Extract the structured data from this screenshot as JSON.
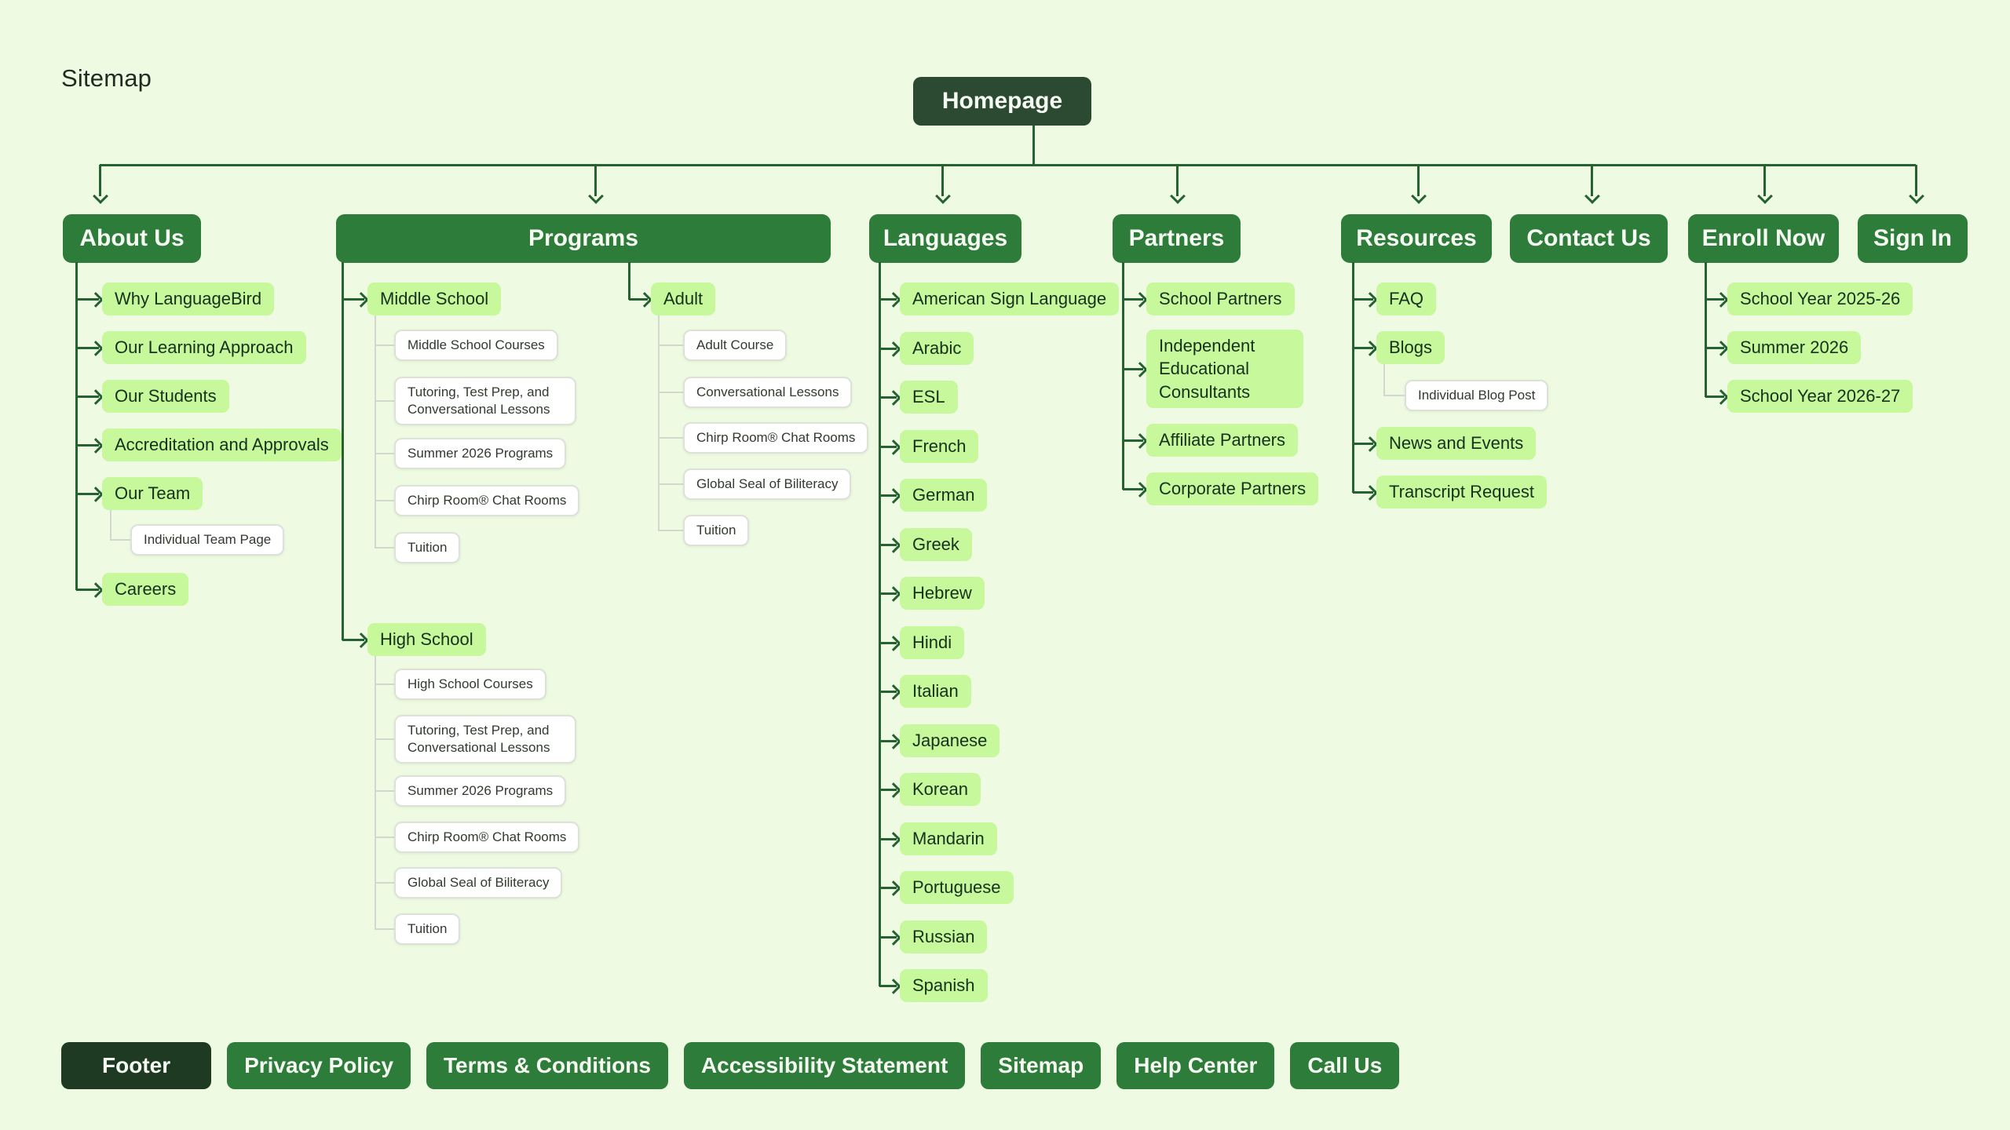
{
  "title": "Sitemap",
  "root": {
    "label": "Homepage"
  },
  "sections": [
    {
      "label": "About Us",
      "children": [
        {
          "label": "Why LanguageBird",
          "children": []
        },
        {
          "label": "Our Learning Approach",
          "children": []
        },
        {
          "label": "Our Students",
          "children": []
        },
        {
          "label": "Accreditation and Approvals",
          "children": []
        },
        {
          "label": "Our Team",
          "children": [
            {
              "label": "Individual Team Page"
            }
          ]
        },
        {
          "label": "Careers",
          "children": []
        }
      ]
    },
    {
      "label": "Programs",
      "children": [
        {
          "label": "Middle School",
          "children": [
            {
              "label": "Middle School Courses"
            },
            {
              "label": "Tutoring, Test Prep, and Conversational Lessons"
            },
            {
              "label": "Summer 2026 Programs"
            },
            {
              "label": "Chirp Room® Chat Rooms"
            },
            {
              "label": "Tuition"
            }
          ]
        },
        {
          "label": "Adult",
          "children": [
            {
              "label": "Adult Course"
            },
            {
              "label": "Conversational Lessons"
            },
            {
              "label": "Chirp Room® Chat Rooms"
            },
            {
              "label": "Global Seal of Biliteracy"
            },
            {
              "label": "Tuition"
            }
          ]
        },
        {
          "label": "High School",
          "children": [
            {
              "label": "High School Courses"
            },
            {
              "label": "Tutoring, Test Prep, and Conversational Lessons"
            },
            {
              "label": "Summer 2026 Programs"
            },
            {
              "label": "Chirp Room® Chat Rooms"
            },
            {
              "label": "Global Seal of Biliteracy"
            },
            {
              "label": "Tuition"
            }
          ]
        }
      ]
    },
    {
      "label": "Languages",
      "children": [
        {
          "label": "American Sign Language"
        },
        {
          "label": "Arabic"
        },
        {
          "label": "ESL"
        },
        {
          "label": "French"
        },
        {
          "label": "German"
        },
        {
          "label": "Greek"
        },
        {
          "label": "Hebrew"
        },
        {
          "label": "Hindi"
        },
        {
          "label": "Italian"
        },
        {
          "label": "Japanese"
        },
        {
          "label": "Korean"
        },
        {
          "label": "Mandarin"
        },
        {
          "label": "Portuguese"
        },
        {
          "label": "Russian"
        },
        {
          "label": "Spanish"
        }
      ]
    },
    {
      "label": "Partners",
      "children": [
        {
          "label": "School Partners"
        },
        {
          "label": "Independent Educational Consultants"
        },
        {
          "label": "Affiliate Partners"
        },
        {
          "label": "Corporate Partners"
        }
      ]
    },
    {
      "label": "Resources",
      "children": [
        {
          "label": "FAQ"
        },
        {
          "label": "Blogs",
          "children": [
            {
              "label": "Individual Blog Post"
            }
          ]
        },
        {
          "label": "News and Events"
        },
        {
          "label": "Transcript Request"
        }
      ]
    },
    {
      "label": "Contact Us",
      "children": []
    },
    {
      "label": "Enroll Now",
      "children": [
        {
          "label": "School Year 2025-26"
        },
        {
          "label": "Summer 2026"
        },
        {
          "label": "School Year 2026-27"
        }
      ]
    },
    {
      "label": "Sign In",
      "children": []
    }
  ],
  "footer": {
    "label": "Footer",
    "links": [
      "Privacy Policy",
      "Terms & Conditions",
      "Accessibility Statement",
      "Sitemap",
      "Help Center",
      "Call Us"
    ]
  },
  "colors": {
    "background": "#eefae1",
    "header_green": "#2e7c3a",
    "homepage_dark_green": "#2b4a31",
    "footer_dark_green": "#1e3a23",
    "chip_green": "#c7f89b",
    "chip_text": "#16311c",
    "connector_green": "#256231",
    "connector_gray": "#d2d8cd",
    "card_border": "#dde2d8"
  }
}
